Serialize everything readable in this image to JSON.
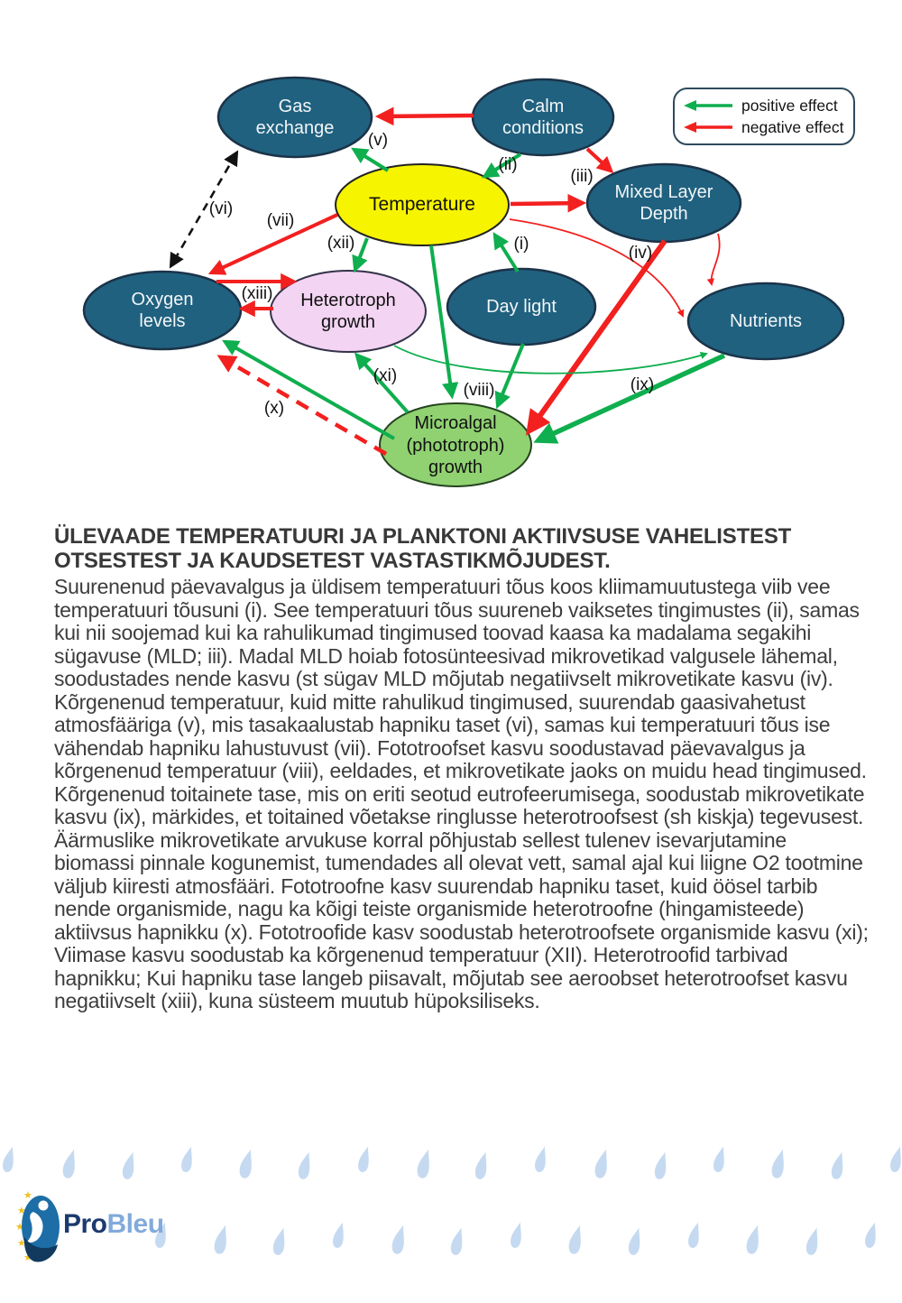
{
  "nodes": {
    "gas_exchange": {
      "label": "Gas exchange"
    },
    "calm_conditions": {
      "label": "Calm conditions"
    },
    "temperature": {
      "label": "Temperature"
    },
    "mixed_layer_depth": {
      "label": "Mixed Layer Depth"
    },
    "oxygen_levels": {
      "label": "Oxygen levels"
    },
    "heterotroph_growth": {
      "label": "Heterotroph growth"
    },
    "day_light": {
      "label": "Day light"
    },
    "nutrients": {
      "label": "Nutrients"
    },
    "microalgal_growth": {
      "label": "Microalgal (phototroph) growth"
    }
  },
  "arrow_labels": {
    "i": "(i)",
    "ii": "(ii)",
    "iii": "(iii)",
    "iv": "(iv)",
    "v": "(v)",
    "vi": "(vi)",
    "vii": "(vii)",
    "viii": "(viii)",
    "ix": "(ix)",
    "x": "(x)",
    "xi": "(xi)",
    "xii": "(xii)",
    "xiii": "(xiii)"
  },
  "edges": [
    {
      "from": "calm_conditions",
      "to": "gas_exchange",
      "effect": "negative",
      "label": ""
    },
    {
      "from": "calm_conditions",
      "to": "temperature",
      "effect": "positive",
      "label": "(ii)"
    },
    {
      "from": "calm_conditions",
      "to": "mixed_layer_depth",
      "effect": "negative",
      "label": "(iii)"
    },
    {
      "from": "temperature",
      "to": "mixed_layer_depth",
      "effect": "negative",
      "label": ""
    },
    {
      "from": "temperature",
      "to": "gas_exchange",
      "effect": "positive",
      "label": "(v)"
    },
    {
      "from": "temperature",
      "to": "oxygen_levels",
      "effect": "negative",
      "label": "(vii)"
    },
    {
      "from": "temperature",
      "to": "heterotroph_growth",
      "effect": "positive",
      "label": "(xii)"
    },
    {
      "from": "temperature",
      "to": "microalgal_growth",
      "effect": "positive",
      "label": "(viii)"
    },
    {
      "from": "day_light",
      "to": "temperature",
      "effect": "positive",
      "label": "(i)"
    },
    {
      "from": "day_light",
      "to": "microalgal_growth",
      "effect": "positive",
      "label": "(viii)"
    },
    {
      "from": "gas_exchange",
      "to": "oxygen_levels",
      "effect": "exchange-dashed-black-both-ways",
      "label": "(vi)"
    },
    {
      "from": "oxygen_levels",
      "to": "heterotroph_growth",
      "effect": "negative",
      "label": "(xiii)"
    },
    {
      "from": "heterotroph_growth",
      "to": "oxygen_levels",
      "effect": "negative",
      "label": ""
    },
    {
      "from": "microalgal_growth",
      "to": "heterotroph_growth",
      "effect": "positive",
      "label": "(xi)"
    },
    {
      "from": "microalgal_growth",
      "to": "oxygen_levels",
      "effect": "positive",
      "label": ""
    },
    {
      "from": "microalgal_growth",
      "to": "oxygen_levels",
      "effect": "negative-dashed",
      "label": "(x)"
    },
    {
      "from": "mixed_layer_depth",
      "to": "microalgal_growth",
      "effect": "negative",
      "label": "(iv)"
    },
    {
      "from": "mixed_layer_depth",
      "to": "nutrients",
      "effect": "negative",
      "label": ""
    },
    {
      "from": "temperature",
      "to": "nutrients",
      "effect": "negative",
      "label": ""
    },
    {
      "from": "heterotroph_growth",
      "to": "nutrients",
      "effect": "positive",
      "label": ""
    },
    {
      "from": "nutrients",
      "to": "microalgal_growth",
      "effect": "positive",
      "label": "(ix)"
    }
  ],
  "legend": {
    "positive_label": "positive effect",
    "negative_label": "negative effect"
  },
  "colors": {
    "positive_arrow": "#0fae4e",
    "negative_arrow": "#f2201f",
    "node_dark_blue": "#20617f",
    "node_yellow": "#f7f400",
    "node_pink": "#f3d4f2",
    "node_green": "#90d171",
    "drop_blue": "#c5daf1"
  },
  "text": {
    "title": "ÜLEVAADE TEMPERATUURI JA PLANKTONI AKTIIVSUSE VAHELISTEST OTSESTEST JA KAUDSETEST VASTASTIKMÕJUDEST.",
    "body": "Suurenenud päevavalgus ja üldisem temperatuuri tõus koos kliimamuutustega viib vee temperatuuri tõusuni (i). See temperatuuri tõus suureneb vaiksetes tingimustes (ii), samas kui nii soojemad kui ka rahulikumad tingimused toovad kaasa ka madalama segakihi sügavuse (MLD; iii). Madal MLD hoiab fotosünteesivad mikrovetikad valgusele lähemal, soodustades nende kasvu (st sügav MLD mõjutab negatiivselt mikrovetikate kasvu (iv). Kõrgenenud temperatuur, kuid mitte rahulikud tingimused, suurendab gaasivahetust atmosfääriga (v), mis tasakaalustab hapniku taset (vi), samas kui temperatuuri tõus ise vähendab hapniku lahustuvust (vii). Fototroofset kasvu soodustavad päevavalgus ja kõrgenenud temperatuur (viii), eeldades, et mikrovetikate jaoks on muidu head tingimused. Kõrgenenud toitainete tase, mis on eriti seotud eutrofeerumisega, soodustab mikrovetikate kasvu (ix), märkides, et toitained võetakse ringlusse heterotroofsest (sh kiskja) tegevusest. Äärmuslike mikrovetikate arvukuse korral põhjustab sellest tulenev isevarjutamine biomassi pinnale kogunemist, tumendades all olevat vett, samal ajal kui liigne O2 tootmine väljub kiiresti atmosfääri. Fototroofne kasv suurendab hapniku taset, kuid öösel tarbib nende organismide, nagu ka kõigi teiste organismide heterotroofne (hingamisteede) aktiivsus hapnikku (x). Fototroofide kasv soodustab heterotroofsete organismide kasvu (xi); Viimase kasvu soodustab ka kõrgenenud temperatuur (XII). Heterotroofid tarbivad hapnikku; Kui hapniku tase langeb piisavalt, mõjutab see aeroobset heterotroofset kasvu negatiivselt (xiii), kuna süsteem muutub hüpoksiliseks."
  },
  "logo": {
    "pro": "Pro",
    "bleu": "Bleu"
  }
}
